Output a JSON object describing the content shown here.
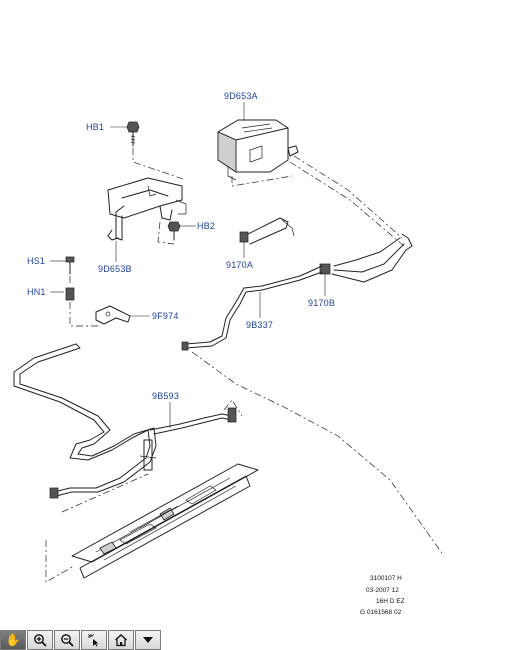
{
  "callouts": {
    "hb1": "HB1",
    "hb2": "HB2",
    "hs1": "HS1",
    "hn1": "HN1",
    "p9d653a": "9D653A",
    "p9d653b": "9D653B",
    "p9170a": "9170A",
    "p9170b": "9170B",
    "p9b337": "9B337",
    "p9f974": "9F974",
    "p9b593": "9B593"
  },
  "reference": {
    "line1": "3100107 H",
    "line2": "03-2007 12",
    "line3": "16H D EZ",
    "line4": "G 0161568 02"
  },
  "toolbar": {
    "tools": [
      {
        "name": "pan-tool",
        "icon": "hand-icon"
      },
      {
        "name": "zoom-in",
        "icon": "zoom-in-icon"
      },
      {
        "name": "zoom-out",
        "icon": "zoom-out-icon"
      },
      {
        "name": "select-tool",
        "icon": "cursor-sparkle-icon"
      },
      {
        "name": "home",
        "icon": "home-icon"
      },
      {
        "name": "menu",
        "icon": "dropdown-arrow-icon"
      }
    ]
  },
  "colors": {
    "callout": "#1f3fa0",
    "line": "#222222",
    "toolbar_active": "#6b6b6b"
  }
}
